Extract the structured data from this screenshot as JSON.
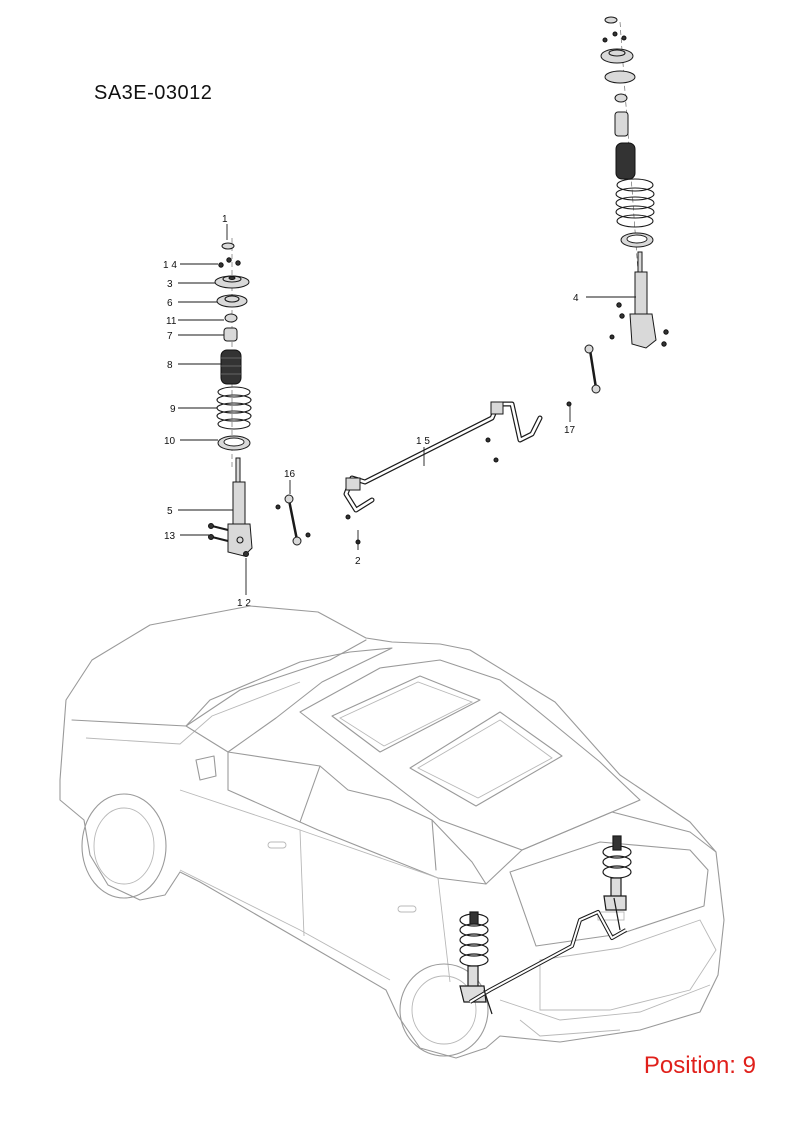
{
  "header": {
    "diagram_code": "SA3E-03012"
  },
  "footer": {
    "position_label": "Position: 9"
  },
  "callouts": [
    {
      "id": "1",
      "label": "1"
    },
    {
      "id": "14",
      "label": "1 4"
    },
    {
      "id": "3",
      "label": "3"
    },
    {
      "id": "6",
      "label": "6"
    },
    {
      "id": "11",
      "label": "11"
    },
    {
      "id": "7",
      "label": "7"
    },
    {
      "id": "8",
      "label": "8"
    },
    {
      "id": "9",
      "label": "9"
    },
    {
      "id": "10",
      "label": "10"
    },
    {
      "id": "5",
      "label": "5"
    },
    {
      "id": "13",
      "label": "13"
    },
    {
      "id": "12",
      "label": "1 2"
    },
    {
      "id": "16",
      "label": "16"
    },
    {
      "id": "2",
      "label": "2"
    },
    {
      "id": "15",
      "label": "1 5"
    },
    {
      "id": "4",
      "label": "4"
    },
    {
      "id": "17",
      "label": "17"
    }
  ],
  "colors": {
    "position_text": "#e0201b",
    "line_art": "#1a1a1a",
    "vehicle_outline": "#9a9a9a"
  }
}
